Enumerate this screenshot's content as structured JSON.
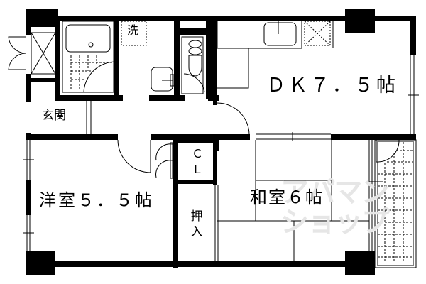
{
  "floor_plan": {
    "rooms": {
      "dk": {
        "label": "ＤＫ７．５帖",
        "type": "dining-kitchen",
        "size_jo": 7.5
      },
      "yoshitsu": {
        "label": "洋室５．５帖",
        "type": "western-room",
        "size_jo": 5.5
      },
      "washitsu": {
        "label": "和室６帖",
        "type": "japanese-room",
        "size_jo": 6
      },
      "genkan": {
        "label": "玄関",
        "type": "entrance"
      },
      "washroom": {
        "label": "洗",
        "type": "washing-machine-space"
      },
      "closet": {
        "label": "Ｃ\nＬ",
        "label_lines": [
          "Ｃ",
          "Ｌ"
        ],
        "type": "closet"
      },
      "oshiire": {
        "label": "押\n入",
        "label_lines": [
          "押",
          "入"
        ],
        "type": "oshiire-storage"
      }
    },
    "fixtures": [
      "bathtub",
      "toilet",
      "kitchen-sink",
      "washbasin",
      "shoe-cabinet",
      "balcony"
    ],
    "watermark": {
      "line1": "アパマン",
      "line2": "ショップ"
    },
    "colors": {
      "wall": "#000000",
      "background": "#ffffff",
      "watermark": "#e6e6e6"
    }
  }
}
